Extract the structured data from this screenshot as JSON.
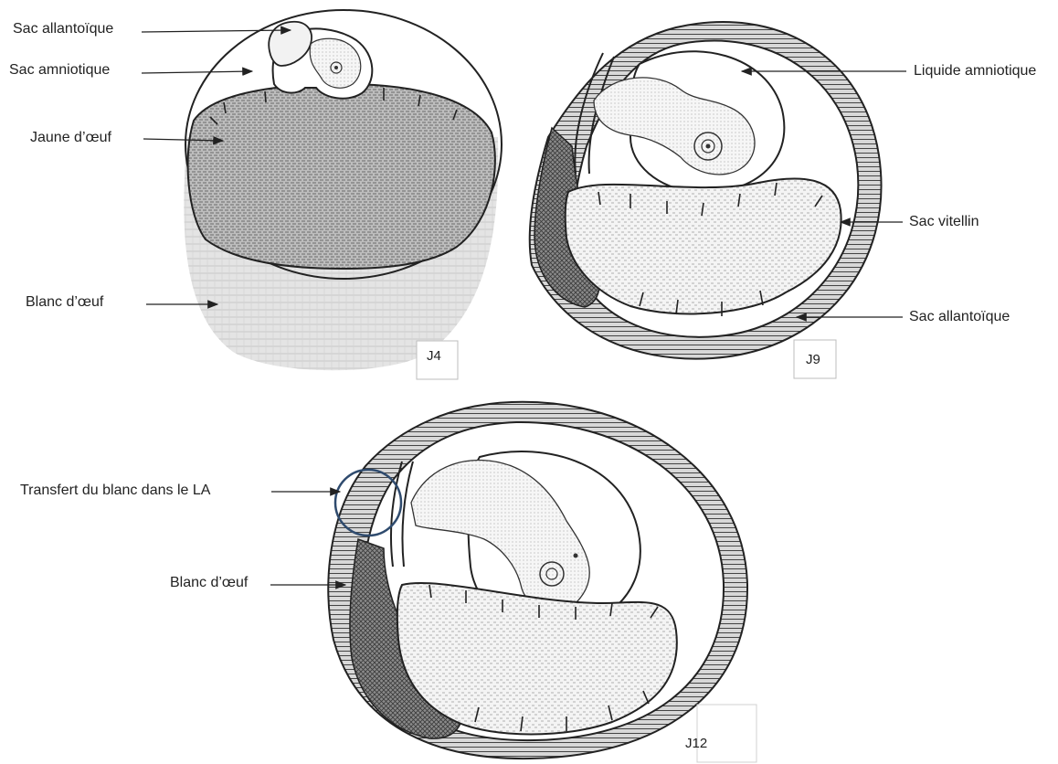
{
  "panels": {
    "j4": {
      "stage": "J4",
      "labels": {
        "allantoic_sac": "Sac allantoïque",
        "amniotic_sac": "Sac amniotique",
        "yolk": "Jaune d’œuf",
        "egg_white": "Blanc d’œuf"
      }
    },
    "j9": {
      "stage": "J9",
      "labels": {
        "amniotic_fluid": "Liquide amniotique",
        "yolk_sac": "Sac vitellin",
        "allantoic_sac": "Sac allantoïque"
      }
    },
    "j12": {
      "stage": "J12",
      "labels": {
        "transfer": "Transfert du blanc dans le LA",
        "egg_white": "Blanc d’œuf"
      }
    }
  },
  "colors": {
    "ink": "#222222",
    "highlight_circle": "#2f4b6e"
  }
}
